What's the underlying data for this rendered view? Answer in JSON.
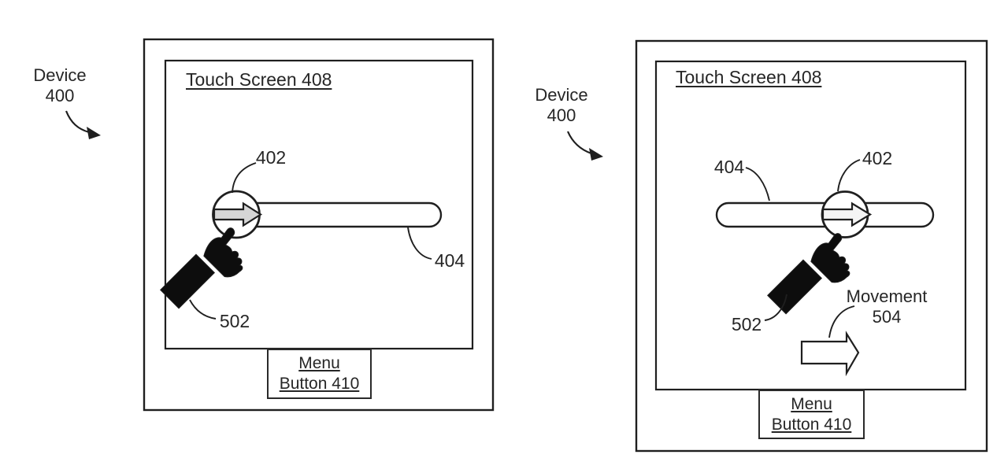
{
  "colors": {
    "line": "#1f1f1f",
    "text": "#262626",
    "finger_fill": "#0d0d0d",
    "thumb_arrow_fill_left": "#d6d6d6",
    "thumb_arrow_fill_right": "#f4f4f4"
  },
  "figure_left": {
    "device_label": {
      "line1": "Device",
      "line2": "400"
    },
    "touch_screen_label": "Touch Screen 408",
    "ref_thumb": "402",
    "ref_track": "404",
    "ref_finger": "502",
    "menu_button": {
      "line1": "Menu",
      "line2": "Button 410"
    }
  },
  "figure_right": {
    "device_label": {
      "line1": "Device",
      "line2": "400"
    },
    "touch_screen_label": "Touch Screen 408",
    "ref_thumb": "402",
    "ref_track": "404",
    "ref_finger": "502",
    "movement_label": {
      "line1": "Movement",
      "line2": "504"
    },
    "menu_button": {
      "line1": "Menu",
      "line2": "Button 410"
    }
  }
}
